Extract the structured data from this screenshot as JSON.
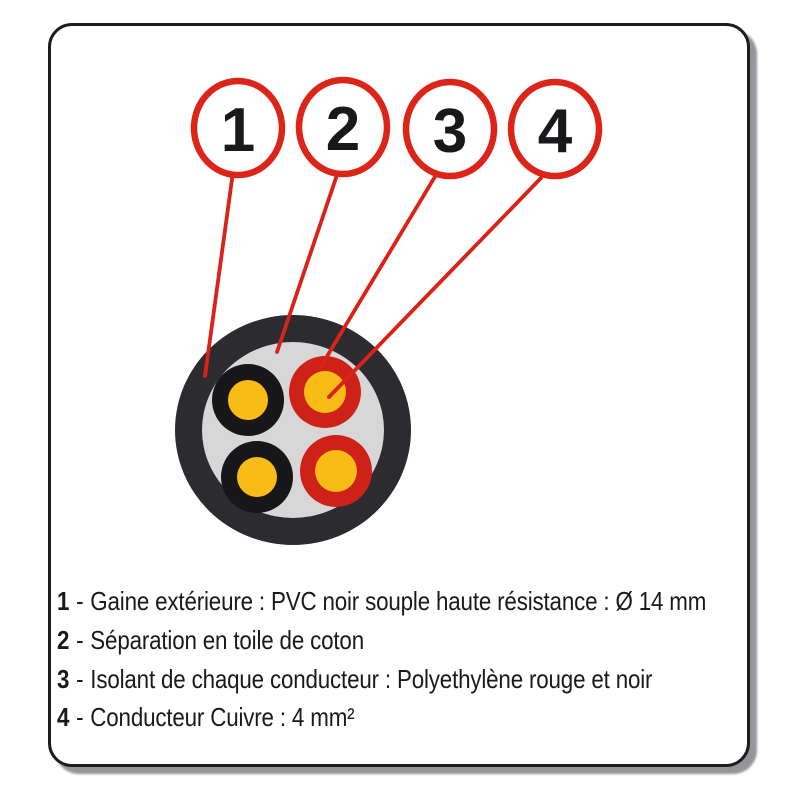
{
  "diagram": {
    "callouts": [
      {
        "number": "1",
        "target": "outer-sheath"
      },
      {
        "number": "2",
        "target": "cotton-separator"
      },
      {
        "number": "3",
        "target": "conductor-insulation"
      },
      {
        "number": "4",
        "target": "copper-conductor"
      }
    ],
    "colors": {
      "callout_red": "#DD2418",
      "line_red": "#D92318",
      "sheath_black": "#2B2B30",
      "filler_gray": "#D7D7D7",
      "insulation_red": "#CE2118",
      "insulation_black": "#17171A",
      "copper_yellow": "#F9BB16"
    }
  },
  "legend": {
    "items": [
      {
        "number": "1",
        "separator": "-",
        "text": "Gaine extérieure : PVC noir souple haute résistance : Ø 14 mm"
      },
      {
        "number": "2",
        "separator": "-",
        "text": "Séparation en toile de coton"
      },
      {
        "number": "3",
        "separator": "-",
        "text": "Isolant de chaque conducteur : Polyethylène rouge et noir"
      },
      {
        "number": "4",
        "separator": "-",
        "text": "Conducteur Cuivre  : 4 mm²"
      }
    ]
  }
}
